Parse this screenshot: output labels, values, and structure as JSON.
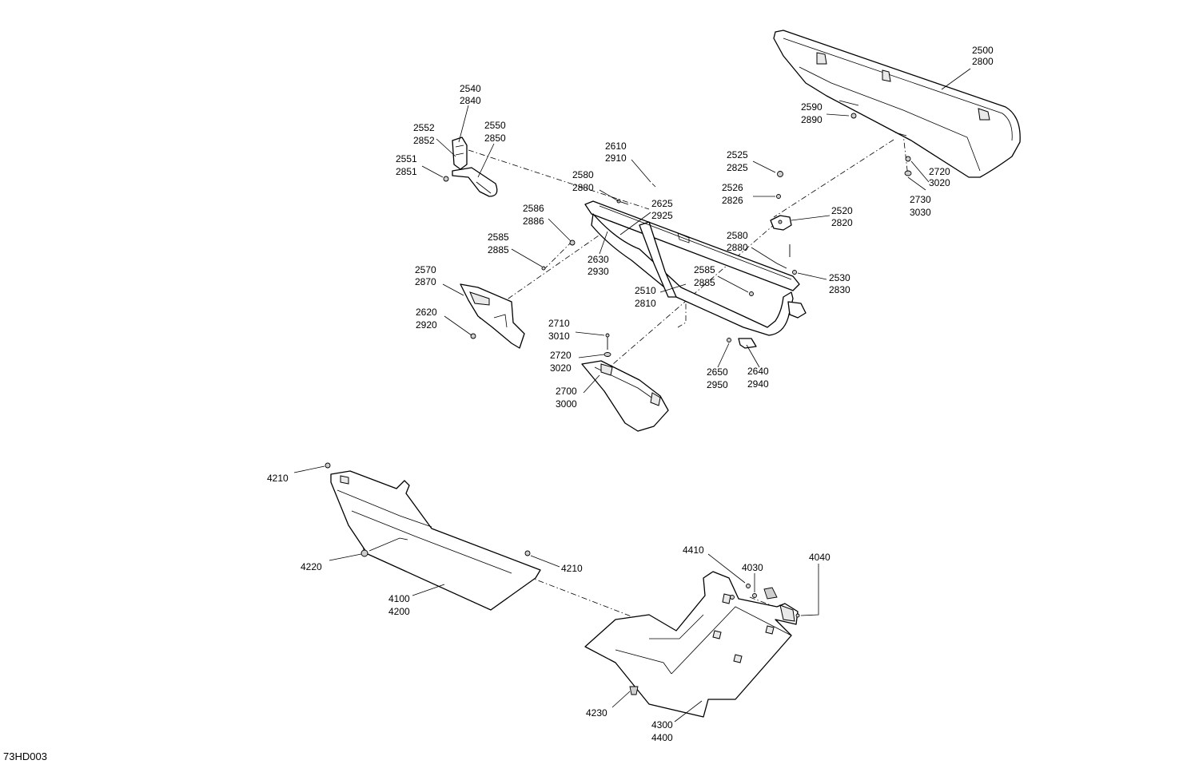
{
  "drawing_code": "73HD003",
  "callouts": [
    {
      "id": "c2500",
      "lines": [
        "2500",
        "2800"
      ]
    },
    {
      "id": "c2590",
      "lines": [
        "2590",
        "2890"
      ]
    },
    {
      "id": "c2720a",
      "lines": [
        "2720",
        "3020"
      ]
    },
    {
      "id": "c2730",
      "lines": [
        "2730",
        "3030"
      ]
    },
    {
      "id": "c2540",
      "lines": [
        "2540",
        "2840"
      ]
    },
    {
      "id": "c2552",
      "lines": [
        "2552",
        "2852"
      ]
    },
    {
      "id": "c2550",
      "lines": [
        "2550",
        "2850"
      ]
    },
    {
      "id": "c2551",
      "lines": [
        "2551",
        "2851"
      ]
    },
    {
      "id": "c2610",
      "lines": [
        "2610",
        "2910"
      ]
    },
    {
      "id": "c2580a",
      "lines": [
        "2580",
        "2880"
      ]
    },
    {
      "id": "c2625",
      "lines": [
        "2625",
        "2925"
      ]
    },
    {
      "id": "c2586",
      "lines": [
        "2586",
        "2886"
      ]
    },
    {
      "id": "c2585a",
      "lines": [
        "2585",
        "2885"
      ]
    },
    {
      "id": "c2630",
      "lines": [
        "2630",
        "2930"
      ]
    },
    {
      "id": "c2525",
      "lines": [
        "2525",
        "2825"
      ]
    },
    {
      "id": "c2526",
      "lines": [
        "2526",
        "2826"
      ]
    },
    {
      "id": "c2520",
      "lines": [
        "2520",
        "2820"
      ]
    },
    {
      "id": "c2580b",
      "lines": [
        "2580",
        "2880"
      ]
    },
    {
      "id": "c2530",
      "lines": [
        "2530",
        "2830"
      ]
    },
    {
      "id": "c2585b",
      "lines": [
        "2585",
        "2885"
      ]
    },
    {
      "id": "c2510",
      "lines": [
        "2510",
        "2810"
      ]
    },
    {
      "id": "c2570",
      "lines": [
        "2570",
        "2870"
      ]
    },
    {
      "id": "c2620",
      "lines": [
        "2620",
        "2920"
      ]
    },
    {
      "id": "c2710",
      "lines": [
        "2710",
        "3010"
      ]
    },
    {
      "id": "c2720b",
      "lines": [
        "2720",
        "3020"
      ]
    },
    {
      "id": "c2700",
      "lines": [
        "2700",
        "3000"
      ]
    },
    {
      "id": "c2650",
      "lines": [
        "2650",
        "2950"
      ]
    },
    {
      "id": "c2640",
      "lines": [
        "2640",
        "2940"
      ]
    },
    {
      "id": "c4210a",
      "lines": [
        "4210"
      ]
    },
    {
      "id": "c4210b",
      "lines": [
        "4210"
      ]
    },
    {
      "id": "c4220",
      "lines": [
        "4220"
      ]
    },
    {
      "id": "c4100",
      "lines": [
        "4100",
        "4200"
      ]
    },
    {
      "id": "c4410",
      "lines": [
        "4410"
      ]
    },
    {
      "id": "c4030",
      "lines": [
        "4030"
      ]
    },
    {
      "id": "c4040",
      "lines": [
        "4040"
      ]
    },
    {
      "id": "c4230",
      "lines": [
        "4230"
      ]
    },
    {
      "id": "c4300",
      "lines": [
        "4300",
        "4400"
      ]
    }
  ]
}
